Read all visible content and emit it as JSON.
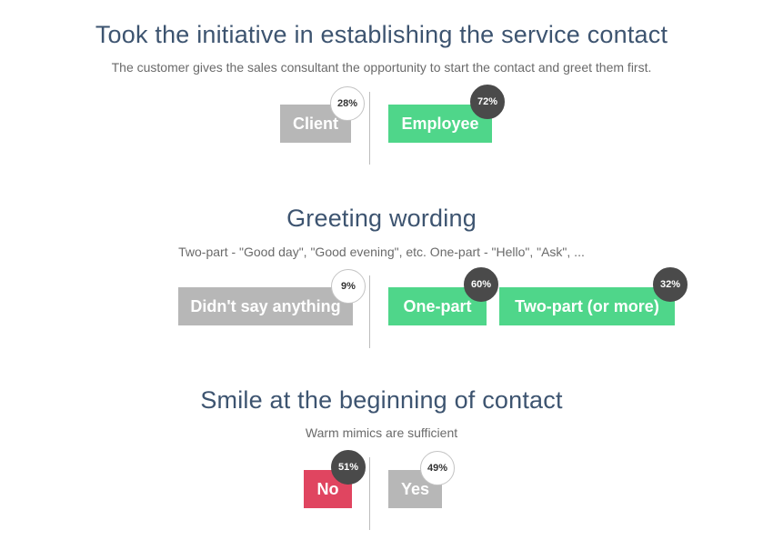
{
  "sections": [
    {
      "title": "Took the initiative in establishing the service contact",
      "subtitle": "The customer gives the sales consultant the opportunity to start the contact and greet them first.",
      "options": [
        {
          "label": "Client",
          "percent": "28%",
          "color": "#b7b7b7",
          "selected": false
        },
        {
          "label": "Employee",
          "percent": "72%",
          "color": "#4fd68a",
          "selected": true
        }
      ]
    },
    {
      "title": "Greeting wording",
      "subtitle": "Two-part - \"Good day\", \"Good evening\", etc. One-part - \"Hello\", \"Ask\", ...",
      "options": [
        {
          "label": "Didn't say anything",
          "percent": "9%",
          "color": "#b7b7b7",
          "selected": false
        },
        {
          "label": "One-part",
          "percent": "60%",
          "color": "#4fd68a",
          "selected": true
        },
        {
          "label": "Two-part (or more)",
          "percent": "32%",
          "color": "#4fd68a",
          "selected": true
        }
      ]
    },
    {
      "title": "Smile at the beginning of contact",
      "subtitle": "Warm mimics are sufficient",
      "options": [
        {
          "label": "No",
          "percent": "51%",
          "color": "#e04560",
          "selected": true
        },
        {
          "label": "Yes",
          "percent": "49%",
          "color": "#b7b7b7",
          "selected": false
        }
      ]
    }
  ]
}
